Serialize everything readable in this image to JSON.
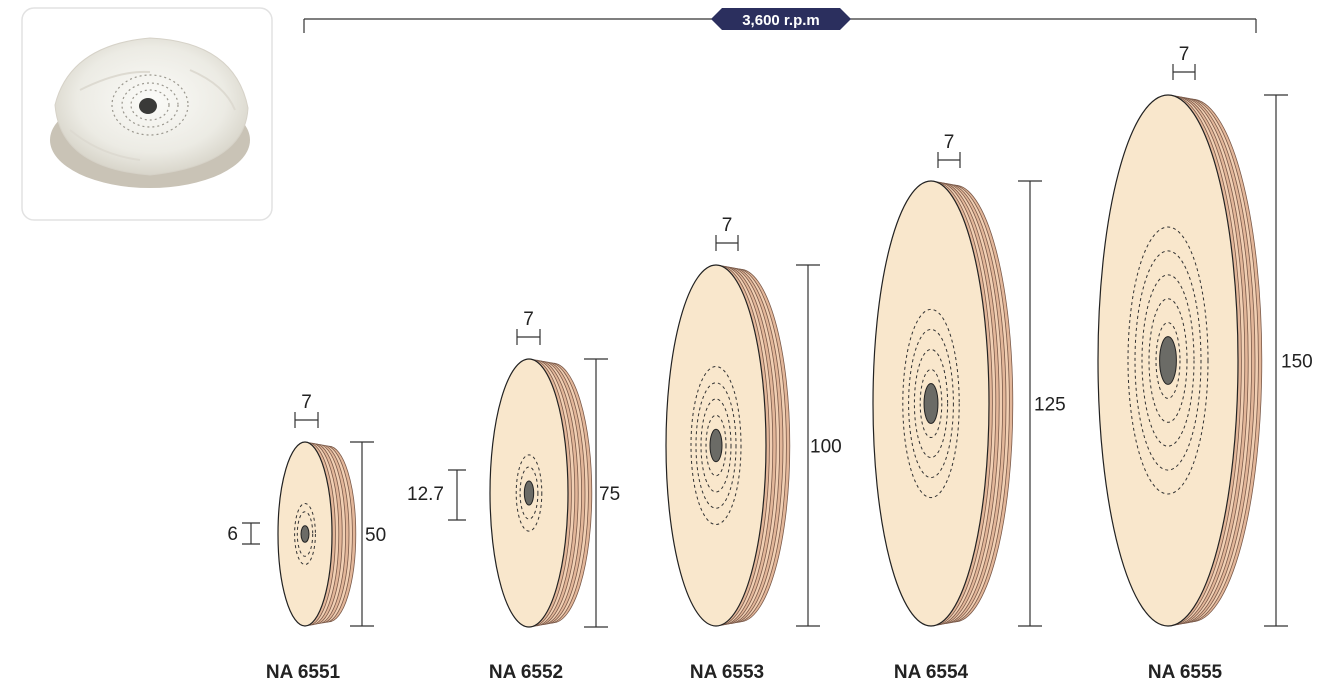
{
  "speed_label": "3,600 r.p.m",
  "colors": {
    "badge": "#2b2f5e",
    "wheel_face": "#f9e7cc",
    "wheel_edge": "#e3b79a",
    "outline": "#222222"
  },
  "photo": "cotton-buff-wheel-photo",
  "wheels": [
    {
      "code": "NA 6551",
      "diameter": "50",
      "width": "7",
      "bore": "6"
    },
    {
      "code": "NA 6552",
      "diameter": "75",
      "width": "7",
      "bore": "12.7"
    },
    {
      "code": "NA 6553",
      "diameter": "100",
      "width": "7"
    },
    {
      "code": "NA 6554",
      "diameter": "125",
      "width": "7"
    },
    {
      "code": "NA 6555",
      "diameter": "150",
      "width": "7"
    }
  ]
}
